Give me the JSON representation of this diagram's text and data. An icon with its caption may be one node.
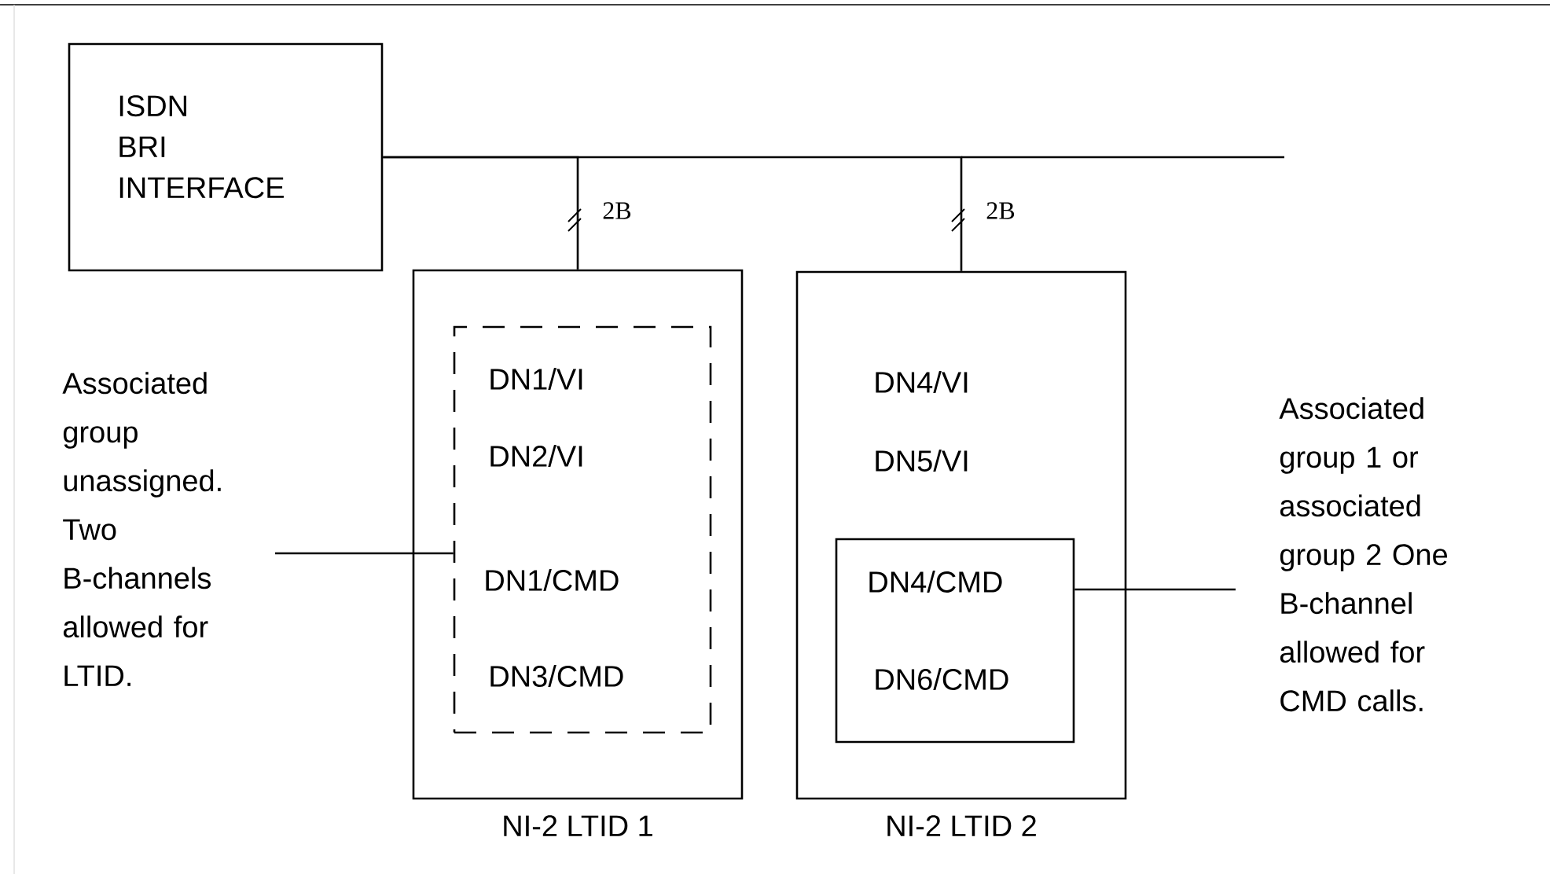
{
  "diagram": {
    "nodes": [
      {
        "text": [
          "ISDN BRI INTERFACE"
        ]
      },
      {
        "text": [],
        "shape": "box",
        "beside": [
          "NI-2 LTID 1"
        ]
      },
      {
        "text": [
          "DN1/VI",
          "DN2/VI",
          "DN1/CMD",
          "DN3/CMD"
        ],
        "in": 1
      },
      {
        "text": [
          "DN4/VI",
          "DN5/VI"
        ],
        "beside": [
          "NI-2 LTID 2"
        ]
      },
      {
        "text": [
          "DN4/CMD",
          "DN6/CMD"
        ],
        "in": 3
      },
      {
        "text": [
          "Associated group unassigned. Two B-channels allowed for LTID."
        ]
      },
      {
        "text": [
          "Associated group 1 or associated group 2 One B-channel allowed for CMD calls."
        ]
      }
    ],
    "edges": [
      {
        "from": 0,
        "to": 1,
        "arrow": "none",
        "label": "2B"
      },
      {
        "from": 0,
        "to": 3,
        "arrow": "none",
        "label": "2B"
      },
      {
        "from": 5,
        "to": 2,
        "arrow": "none"
      },
      {
        "from": 4,
        "to": 6,
        "arrow": "none"
      }
    ]
  }
}
